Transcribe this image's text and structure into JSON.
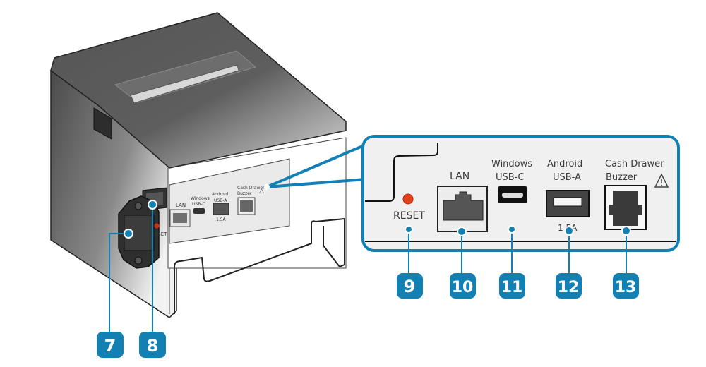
{
  "diagram": {
    "subject": "Receipt printer rear view",
    "accent_color": "#1280b3",
    "callout_fill": "#f0f0f0",
    "badges": [
      {
        "number": "7",
        "target": "AC power inlet"
      },
      {
        "number": "8",
        "target": "Power switch"
      },
      {
        "number": "9",
        "target": "Reset button"
      },
      {
        "number": "10",
        "target": "LAN port"
      },
      {
        "number": "11",
        "target": "Windows USB-C port"
      },
      {
        "number": "12",
        "target": "Android USB-A port"
      },
      {
        "number": "13",
        "target": "Cash drawer / buzzer port"
      }
    ],
    "callout": {
      "reset_label": "RESET",
      "lan_label": "LAN",
      "usbc_label_line1": "Windows",
      "usbc_label_line2": "USB-C",
      "usba_label_line1": "Android",
      "usba_label_line2": "USB-A",
      "usba_current": "1.5A",
      "drawer_label_line1": "Cash Drawer",
      "drawer_label_line2": "Buzzer",
      "warning_icon": "warning-triangle-icon"
    },
    "device_panel": {
      "reset_label": "RESET",
      "lan_label": "LAN",
      "usbc_label_line1": "Windows",
      "usbc_label_line2": "USB-C",
      "usba_label_line1": "Android",
      "usba_label_line2": "USB-A",
      "usba_current": "1.5A",
      "drawer_label_line1": "Cash Drawer",
      "drawer_label_line2": "Buzzer"
    }
  }
}
